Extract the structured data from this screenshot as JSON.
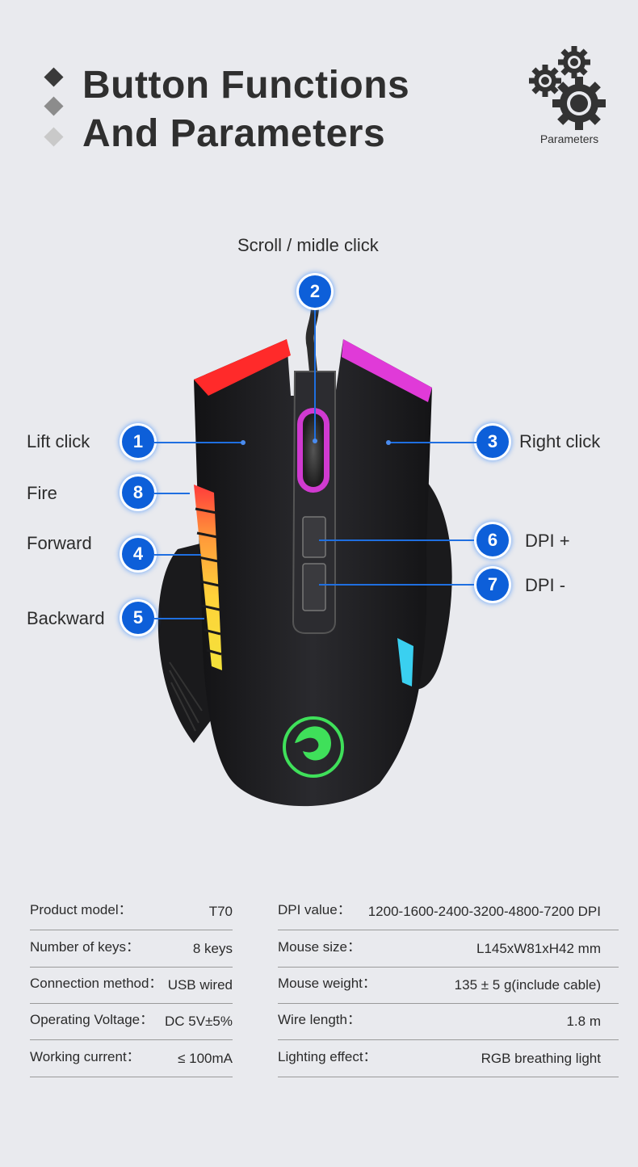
{
  "header": {
    "title_line1": "Button Functions",
    "title_line2": "And Parameters",
    "gear_label": "Parameters"
  },
  "diagram": {
    "top_label": "Scroll / midle click",
    "callouts": {
      "b1": {
        "num": "1",
        "label": "Lift click"
      },
      "b2": {
        "num": "2"
      },
      "b3": {
        "num": "3",
        "label": "Right click"
      },
      "b4": {
        "num": "4",
        "label": "Forward"
      },
      "b5": {
        "num": "5",
        "label": "Backward"
      },
      "b6": {
        "num": "6",
        "label": "DPI +"
      },
      "b7": {
        "num": "7",
        "label": "DPI -"
      },
      "b8": {
        "num": "8",
        "label": "Fire"
      }
    }
  },
  "specs": {
    "left": [
      {
        "key": "Product model：",
        "value": "T70"
      },
      {
        "key": "Number of keys：",
        "value": "8 keys"
      },
      {
        "key": "Connection method：",
        "value": "USB wired"
      },
      {
        "key": "Operating Voltage：",
        "value": "DC 5V±5%"
      },
      {
        "key": "Working current：",
        "value": "≤ 100mA"
      }
    ],
    "right": [
      {
        "key": "DPI value：",
        "value": "1200-1600-2400-3200-4800-7200 DPI"
      },
      {
        "key": "Mouse size：",
        "value": "L145xW81xH42 mm"
      },
      {
        "key": "Mouse weight：",
        "value": "135 ± 5 g(include cable)"
      },
      {
        "key": "Wire length：",
        "value": "1.8 m"
      },
      {
        "key": "Lighting effect：",
        "value": "RGB breathing light"
      }
    ]
  },
  "colors": {
    "background": "#e9eaee",
    "badge": "#0d5fd9",
    "mouse_body": "#1c1c1e",
    "left_led": "#ff2a2a",
    "right_led": "#e03ad8",
    "logo_green": "#3fe05a"
  }
}
